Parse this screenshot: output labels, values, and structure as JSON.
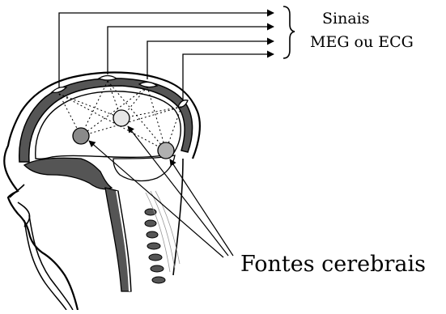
{
  "labels": {
    "signals_line1": "Sinais",
    "signals_line2": "MEG ou ECG",
    "sources": "Fontes cerebrais"
  },
  "colors": {
    "line": "#000000",
    "background": "#ffffff",
    "brain_gap": "#ffffff",
    "bone_fill": "#555555",
    "source_dark": "#8a8a8a",
    "source_light": "#e6e6e6",
    "source_mid": "#b0b0b0"
  },
  "sensors": [
    "sensor-1",
    "sensor-2",
    "sensor-3",
    "sensor-4"
  ],
  "sources": [
    "source-left-dark",
    "source-top-light",
    "source-right-mid"
  ]
}
